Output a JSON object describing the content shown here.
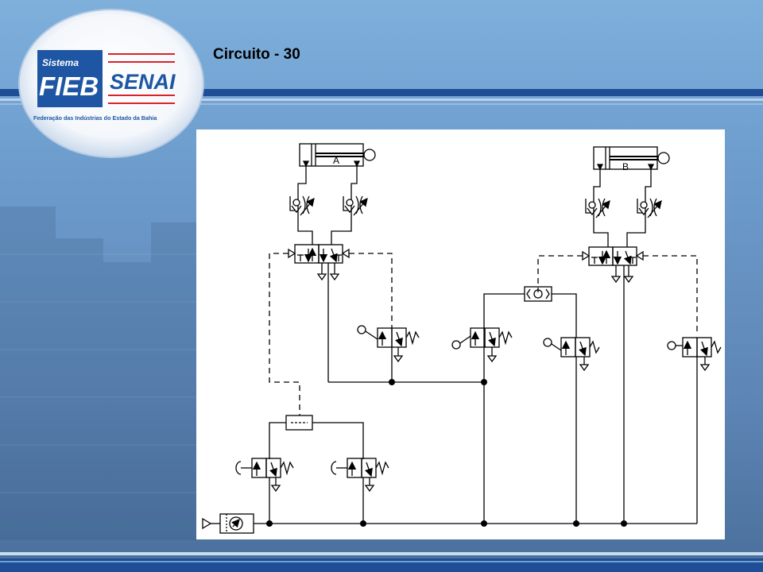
{
  "slide": {
    "title": "Circuito - 30"
  },
  "logo": {
    "sistema": "Sistema",
    "fieb": "FIEB",
    "senai": "SENAI",
    "tagline": "Federação das Indústrias do Estado da Bahia"
  },
  "circuit": {
    "cylinder_a_label": "A",
    "cylinder_b_label": "B"
  },
  "colors": {
    "background_blue": "#5f8fc6",
    "banner_dark_blue": "#1f4e96",
    "logo_blue": "#1e56a3",
    "logo_red": "#d8232a"
  }
}
